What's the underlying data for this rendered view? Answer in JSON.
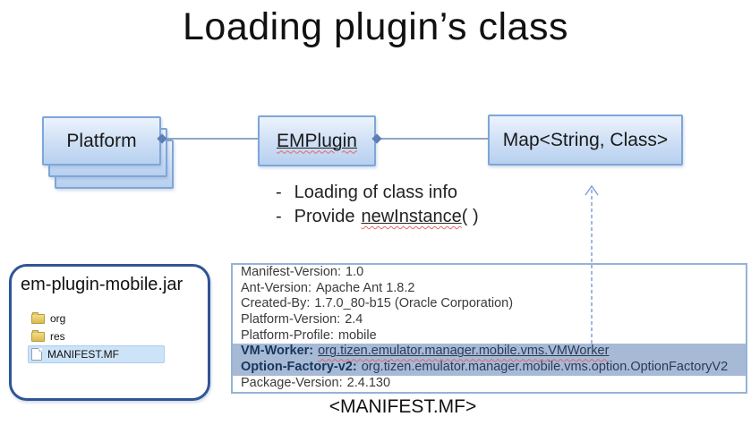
{
  "slide": {
    "title": "Loading plugin’s class"
  },
  "diagram": {
    "platform_box": {
      "label": "Platform"
    },
    "emplugin_box": {
      "label": "EMPlugin"
    },
    "map_box": {
      "label": "Map<String, Class>"
    },
    "bullets": {
      "dash": "-",
      "item1": "Loading of class info",
      "item2_prefix": "Provide",
      "item2_underlined": "newInstance",
      "item2_suffix": "( )"
    }
  },
  "jar_panel": {
    "title": "em-plugin-mobile.jar",
    "files": [
      {
        "name": "org",
        "type": "folder"
      },
      {
        "name": "res",
        "type": "folder"
      },
      {
        "name": "MANIFEST.MF",
        "type": "file",
        "selected": true
      }
    ]
  },
  "manifest": {
    "caption": "<MANIFEST.MF>",
    "rows": [
      {
        "key": "Manifest-Version:",
        "value": "1.0"
      },
      {
        "key": "Ant-Version:",
        "value": "Apache Ant 1.8.2"
      },
      {
        "key": "Created-By:",
        "value": "1.7.0_80-b15 (Oracle Corporation)"
      },
      {
        "key": "Platform-Version:",
        "value": "2.4"
      },
      {
        "key": "Platform-Profile:",
        "value": "mobile"
      },
      {
        "key": "VM-Worker:",
        "value": "org.tizen.emulator.manager.mobile.vms.VMWorker",
        "highlighted": true
      },
      {
        "key": "Option-Factory-v2:",
        "value": "org.tizen.emulator.manager.mobile.vms.option.OptionFactoryV2",
        "highlighted": true
      },
      {
        "key": "Package-Version:",
        "value": "2.4.130"
      }
    ]
  },
  "colors": {
    "box_border": "#7ea6d8",
    "box_gradient_top": "#ecf3fc",
    "box_gradient_bottom": "#b7d0ef",
    "connector": "#90a6c6",
    "diamond": "#5b7fb5",
    "dashed_arrow": "#7ba3d6",
    "jar_border": "#2f5597",
    "manifest_border": "#95b3d7",
    "highlight_row_bg": "#a7bad5",
    "highlight_key_text": "#17365d",
    "selection_bg": "#cde3f8",
    "folder_yellow": "#e8c75a",
    "squiggle_red": "#e06666"
  }
}
